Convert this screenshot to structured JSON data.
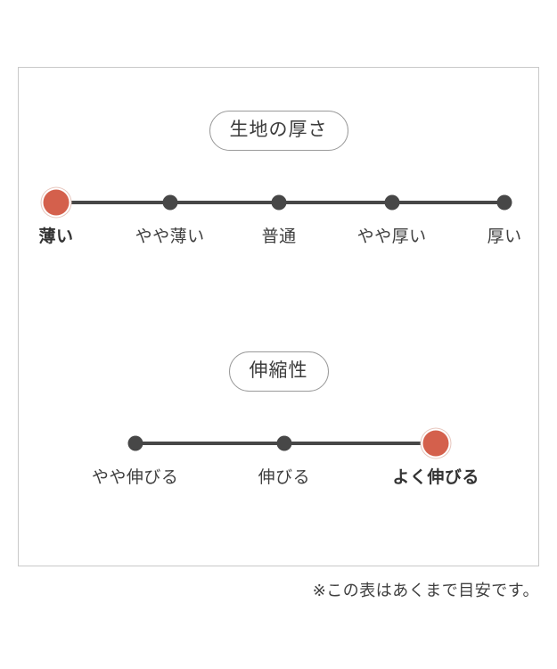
{
  "card": {
    "footnote": "※この表はあくまで目安です。"
  },
  "colors": {
    "selected_marker": "#d4604c",
    "selected_ring": "#e7c6bd",
    "track": "#474747",
    "dot": "#474747",
    "card_border": "#c9c9c9",
    "badge_border": "#9a9a9a",
    "text": "#3f3f3f"
  },
  "chart_data": [
    {
      "type": "scale",
      "title": "生地の厚さ",
      "categories": [
        "薄い",
        "やや薄い",
        "普通",
        "やや厚い",
        "厚い"
      ],
      "values": [
        1,
        0,
        0,
        0,
        0
      ],
      "selected_index": 0,
      "selected_label": "薄い",
      "xlabel": "",
      "ylabel": "",
      "legend": [],
      "grid": false,
      "track_positions_pct": [
        7.2,
        29.1,
        50.1,
        71.8,
        93.5
      ]
    },
    {
      "type": "scale",
      "title": "伸縮性",
      "categories": [
        "やや伸びる",
        "伸びる",
        "よく伸びる"
      ],
      "values": [
        0,
        0,
        1
      ],
      "selected_index": 2,
      "selected_label": "よく伸びる",
      "xlabel": "",
      "ylabel": "",
      "legend": [],
      "grid": false,
      "track_positions_pct": [
        22.4,
        51.1,
        80.3
      ]
    }
  ]
}
